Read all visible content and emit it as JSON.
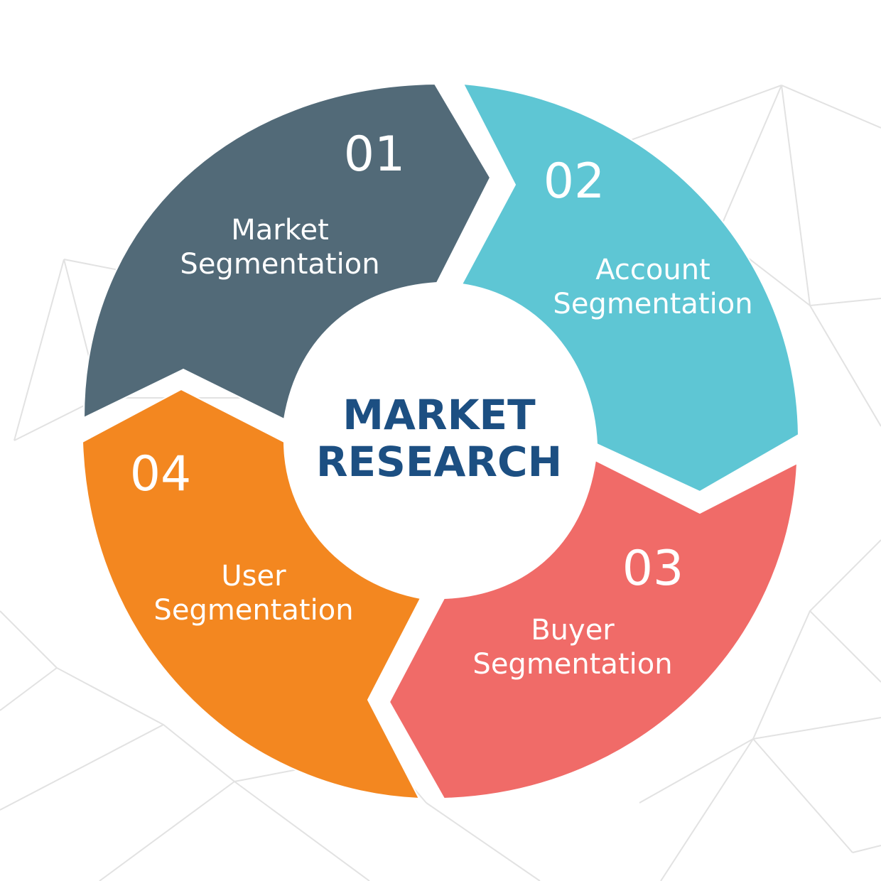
{
  "center": {
    "line1": "MARKET",
    "line2": "RESEARCH",
    "color": "#1c4f82"
  },
  "segments": [
    {
      "number": "01",
      "line1": "Market",
      "line2": "Segmentation",
      "color": "#526a78"
    },
    {
      "number": "02",
      "line1": "Account",
      "line2": "Segmentation",
      "color": "#5ec6d4"
    },
    {
      "number": "03",
      "line1": "Buyer",
      "line2": "Segmentation",
      "color": "#f06b68"
    },
    {
      "number": "04",
      "line1": "User",
      "line2": "Segmentation",
      "color": "#f38720"
    }
  ],
  "colors": {
    "background": "#ffffff",
    "network_lines": "#e2e2e2",
    "segment_text": "#ffffff"
  }
}
